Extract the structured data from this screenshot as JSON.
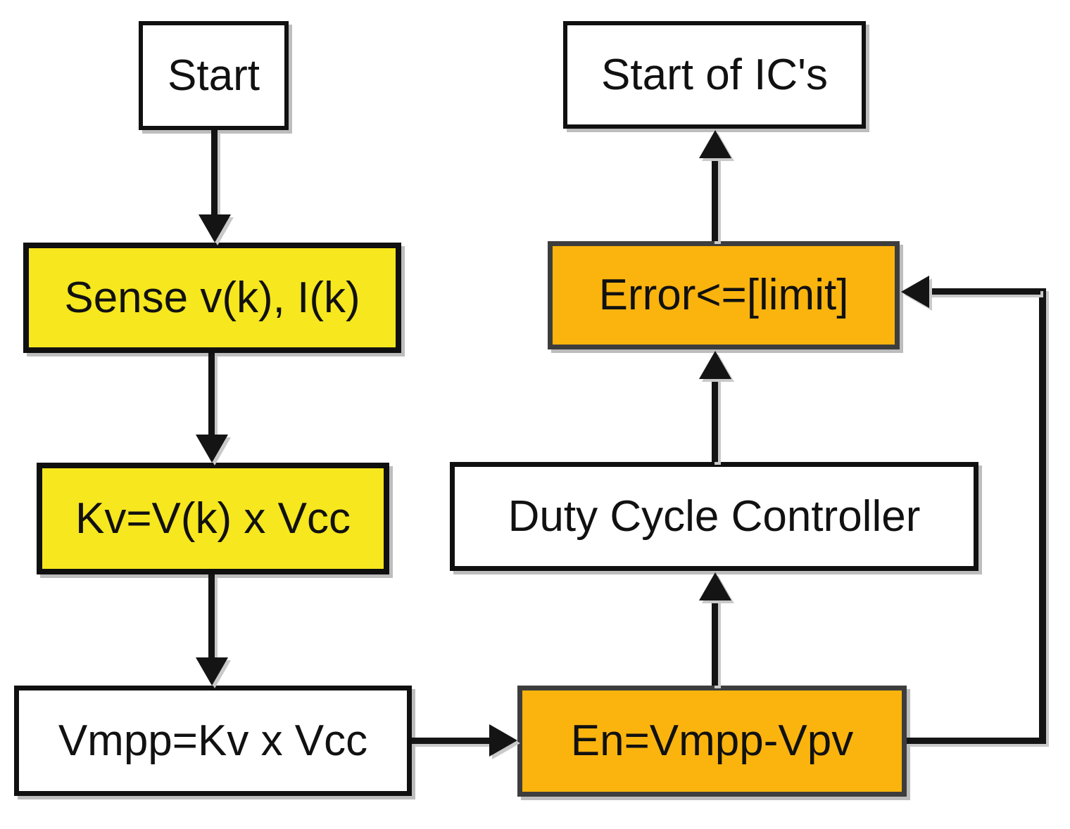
{
  "diagram": {
    "title": "MPPT fractional open-circuit voltage control flowchart",
    "colors": {
      "background": "#ffffff",
      "yellow_fill": "#F6E71E",
      "orange_fill": "#FBB40E",
      "box_border": "#101010",
      "orange_box_border": "#3d3d3d",
      "line": "#141414"
    },
    "nodes": [
      {
        "id": "start",
        "label": "Start",
        "fill": "white"
      },
      {
        "id": "sense",
        "label": "Sense v(k), I(k)",
        "fill": "yellow"
      },
      {
        "id": "kv",
        "label": "Kv=V(k) x Vcc",
        "fill": "yellow"
      },
      {
        "id": "vmpp",
        "label": "Vmpp=Kv x Vcc",
        "fill": "white"
      },
      {
        "id": "en",
        "label": "En=Vmpp-Vpv",
        "fill": "orange"
      },
      {
        "id": "duty",
        "label": "Duty Cycle Controller",
        "fill": "white"
      },
      {
        "id": "error",
        "label": "Error<=[limit]",
        "fill": "orange"
      },
      {
        "id": "start_ics",
        "label": "Start of IC's",
        "fill": "white"
      }
    ],
    "edges": [
      {
        "from": "start",
        "to": "sense"
      },
      {
        "from": "sense",
        "to": "kv"
      },
      {
        "from": "kv",
        "to": "vmpp"
      },
      {
        "from": "vmpp",
        "to": "en"
      },
      {
        "from": "en",
        "to": "duty"
      },
      {
        "from": "duty",
        "to": "error"
      },
      {
        "from": "error",
        "to": "start_ics"
      },
      {
        "from": "en",
        "to": "error",
        "route": "right-feedback-loop"
      }
    ]
  }
}
